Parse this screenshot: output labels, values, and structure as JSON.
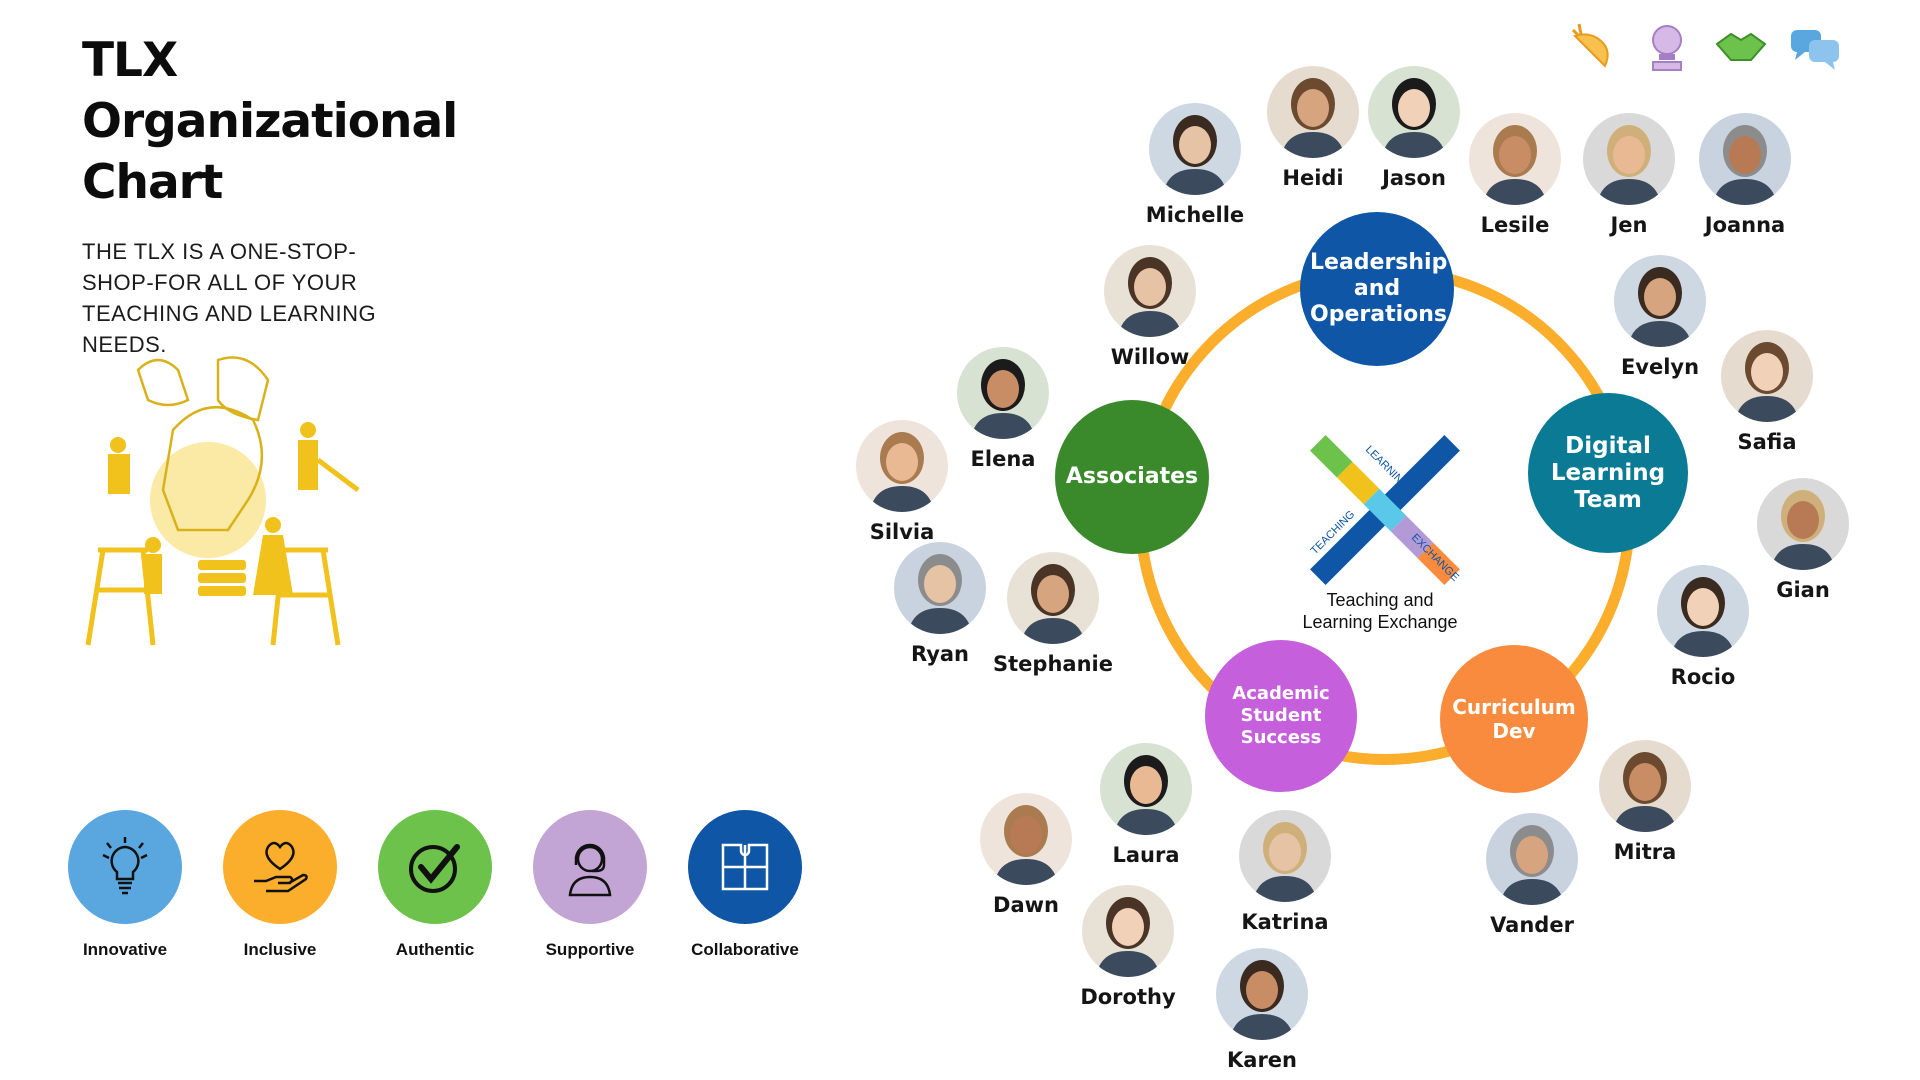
{
  "title": "TLX Organizational Chart",
  "tagline": "THE TLX IS A ONE-STOP-SHOP-FOR ALL OF YOUR TEACHING AND LEARNING NEEDS.",
  "values": [
    {
      "label": "Innovative",
      "icon": "lightbulb-icon",
      "color": "#5aa7e0"
    },
    {
      "label": "Inclusive",
      "icon": "heart-hand-icon",
      "color": "#fbad2c"
    },
    {
      "label": "Authentic",
      "icon": "checkmark-icon",
      "color": "#6cc24a"
    },
    {
      "label": "Supportive",
      "icon": "headset-person-icon",
      "color": "#c2a5d4"
    },
    {
      "label": "Collaborative",
      "icon": "puzzle-icon",
      "color": "#0f56a6"
    }
  ],
  "center": {
    "logo_words": [
      "LEARNING",
      "EXCHANGE",
      "TEACHING"
    ],
    "label": "Teaching and Learning Exchange"
  },
  "teams": [
    {
      "key": "leadership",
      "label": "Leadership and Operations",
      "color": "#0f56a6"
    },
    {
      "key": "digital",
      "label": "Digital Learning Team",
      "color": "#0a7a95"
    },
    {
      "key": "curriculum",
      "label": "Curriculum Dev",
      "color": "#f98b3e"
    },
    {
      "key": "academic",
      "label": "Academic Student Success",
      "color": "#c55fdc"
    },
    {
      "key": "associates",
      "label": "Associates",
      "color": "#3a8a2c"
    }
  ],
  "people": [
    {
      "name": "Michelle"
    },
    {
      "name": "Heidi"
    },
    {
      "name": "Jason"
    },
    {
      "name": "Lesile"
    },
    {
      "name": "Jen"
    },
    {
      "name": "Joanna"
    },
    {
      "name": "Willow"
    },
    {
      "name": "Evelyn"
    },
    {
      "name": "Safia"
    },
    {
      "name": "Elena"
    },
    {
      "name": "Silvia"
    },
    {
      "name": "Gian"
    },
    {
      "name": "Ryan"
    },
    {
      "name": "Stephanie"
    },
    {
      "name": "Rocio"
    },
    {
      "name": "Mitra"
    },
    {
      "name": "Laura"
    },
    {
      "name": "Dawn"
    },
    {
      "name": "Katrina"
    },
    {
      "name": "Vander"
    },
    {
      "name": "Dorothy"
    },
    {
      "name": "Karen"
    }
  ],
  "top_icons": [
    "carrot-icon",
    "trophy-icon",
    "handshake-icon",
    "chat-bubbles-icon"
  ]
}
